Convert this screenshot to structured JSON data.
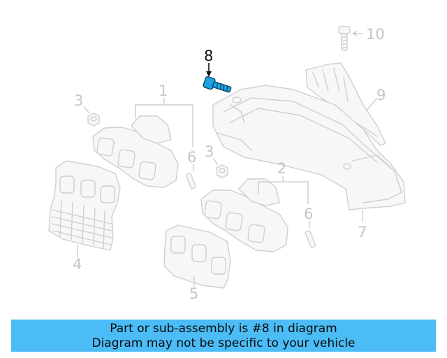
{
  "callouts": {
    "c1": "1",
    "c2": "2",
    "c3a": "3",
    "c3b": "3",
    "c4": "4",
    "c5": "5",
    "c6a": "6",
    "c6b": "6",
    "c7": "7",
    "c8": "8",
    "c9": "9",
    "c10": "10"
  },
  "highlighted_part": "8",
  "colors": {
    "highlight_part": "#1aa3e0",
    "banner_bg": "#4bbcf5",
    "ghost_line": "#cfcfcf"
  },
  "banner": {
    "line1": "Part or sub-assembly is #8 in diagram",
    "line2": "Diagram may not be specific to your vehicle"
  }
}
